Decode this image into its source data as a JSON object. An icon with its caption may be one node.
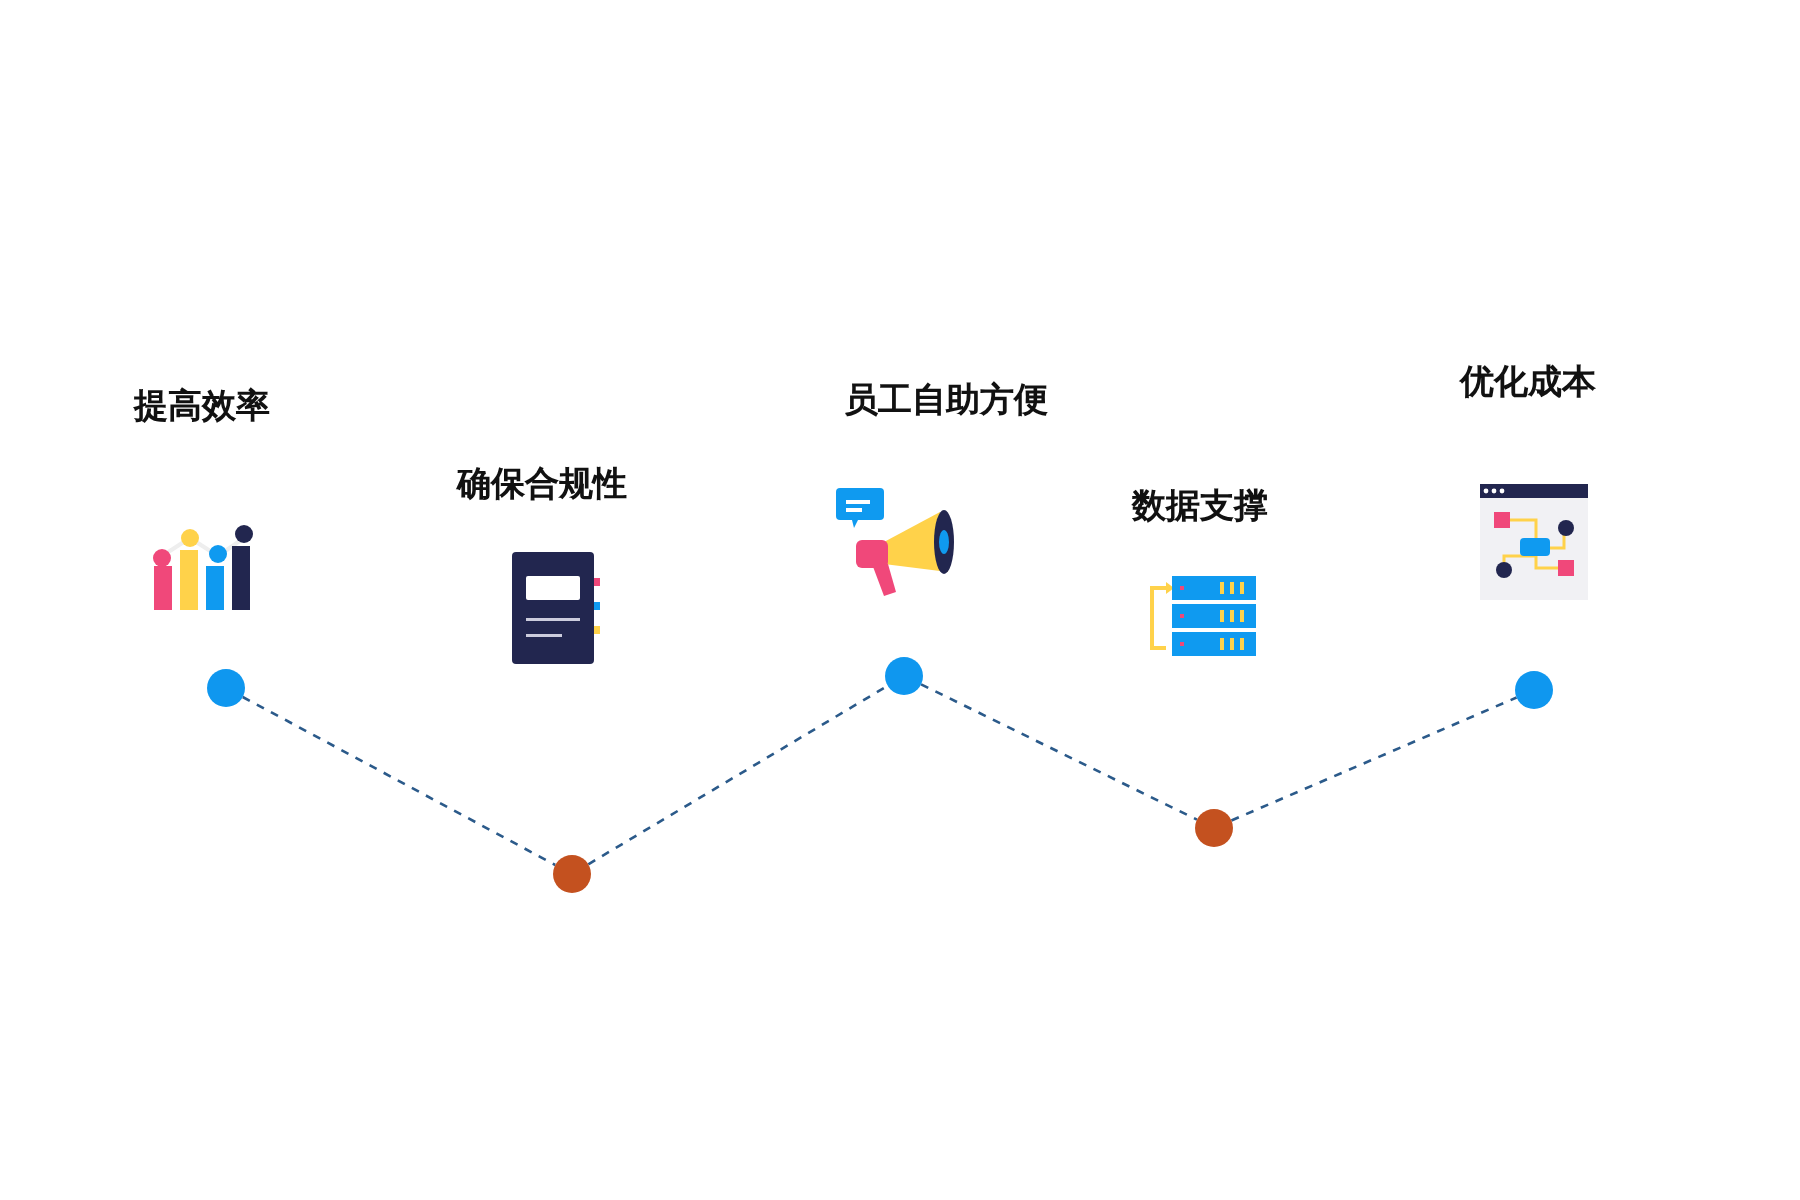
{
  "diagram": {
    "nodes": [
      {
        "text": [],
        "shape": "circle"
      },
      {
        "text": [],
        "shape": "circle"
      },
      {
        "text": [],
        "shape": "circle"
      },
      {
        "text": [],
        "shape": "circle"
      },
      {
        "text": [],
        "shape": "circle"
      }
    ],
    "labels": [
      "提高效率",
      "确保合规性",
      "员工自助方便",
      "数据支撑",
      "优化成本"
    ],
    "edges": [
      {
        "from": 0,
        "to": 1,
        "arrow": "none",
        "style": "dashed"
      },
      {
        "from": 1,
        "to": 2,
        "arrow": "none",
        "style": "dashed"
      },
      {
        "from": 2,
        "to": 3,
        "arrow": "none",
        "style": "dashed"
      },
      {
        "from": 3,
        "to": 4,
        "arrow": "none",
        "style": "dashed"
      }
    ]
  }
}
